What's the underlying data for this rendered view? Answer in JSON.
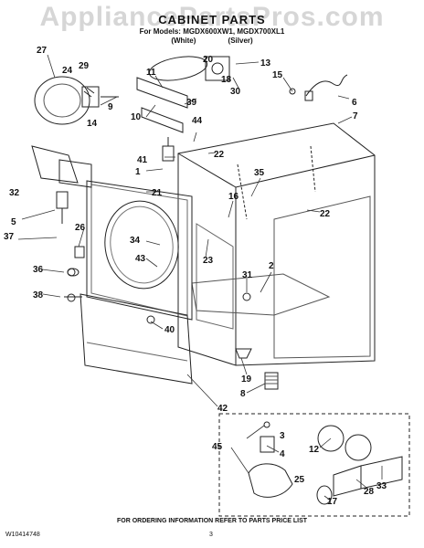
{
  "watermark": "AppliancePartsPros.com",
  "header": {
    "title": "CABINET PARTS",
    "models": "For Models: MGDX600XW1, MGDX700XL1",
    "variant_white": "(White)",
    "variant_silver": "(Silver)"
  },
  "callouts": [
    "27",
    "24",
    "29",
    "11",
    "20",
    "13",
    "18",
    "15",
    "30",
    "6",
    "9",
    "39",
    "7",
    "10",
    "14",
    "44",
    "22",
    "41",
    "1",
    "35",
    "32",
    "21",
    "16",
    "22",
    "5",
    "26",
    "37",
    "34",
    "23",
    "43",
    "36",
    "31",
    "2",
    "38",
    "40",
    "19",
    "8",
    "42",
    "3",
    "45",
    "4",
    "12",
    "25",
    "28",
    "17",
    "33"
  ],
  "footer": {
    "order_info": "FOR ORDERING INFORMATION REFER TO PARTS PRICE LIST",
    "doc_number": "W10414748",
    "page": "3"
  }
}
